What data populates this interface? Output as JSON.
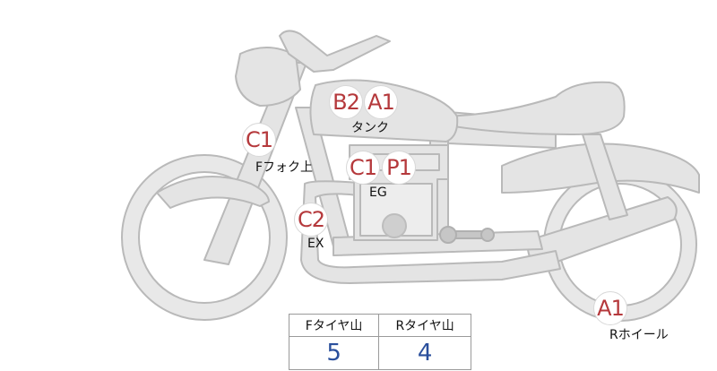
{
  "colors": {
    "accent": "#b5393c",
    "value": "#2a4f9c",
    "body_fill": "#e4e4e4",
    "outline": "#b9b9b9"
  },
  "markers": {
    "b2": "B2",
    "a1_tank": "A1",
    "c1_fork": "C1",
    "c1_engine": "C1",
    "p1": "P1",
    "c2": "C2",
    "a1_wheel": "A1"
  },
  "labels": {
    "tank": "タンク",
    "front_fork": "Fフォク上",
    "engine": "EG",
    "exhaust": "EX",
    "rear_wheel": "Rホイール"
  },
  "tire_table": {
    "front_header": "Fタイヤ山",
    "rear_header": "Rタイヤ山",
    "front_value": "5",
    "rear_value": "4"
  }
}
